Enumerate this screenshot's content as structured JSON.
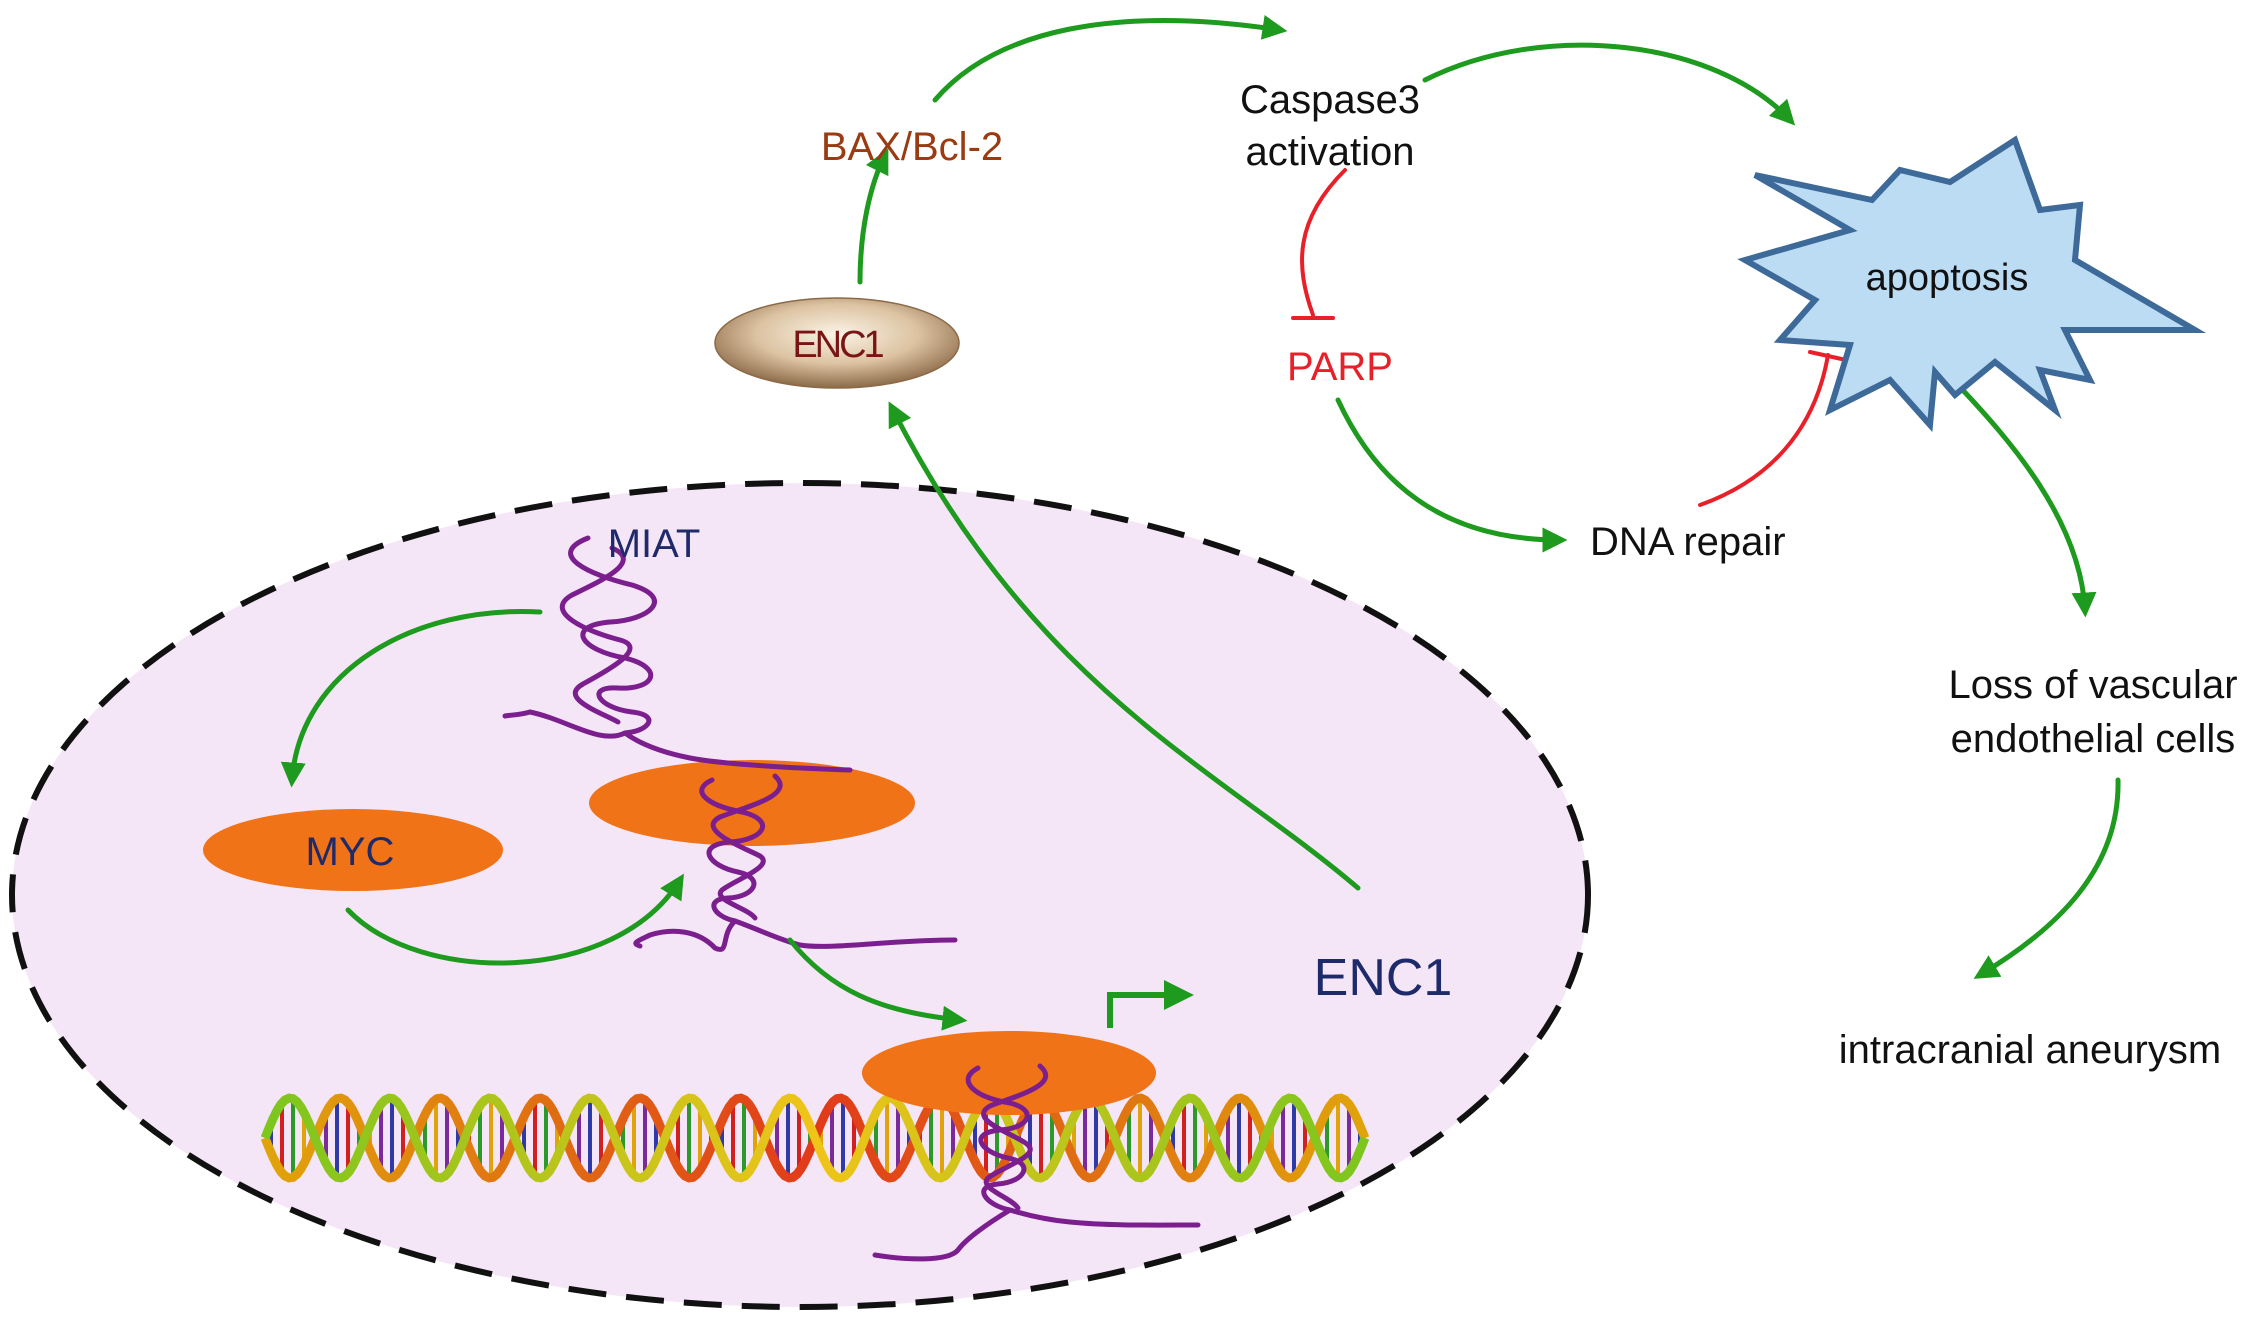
{
  "labels": {
    "bax_bcl2": "BAX/Bcl-2",
    "caspase_line1": "Caspase3",
    "caspase_line2": "activation",
    "apoptosis": "apoptosis",
    "parp": "PARP",
    "dna_repair": "DNA repair",
    "loss_line1": "Loss of vascular",
    "loss_line2": "endothelial cells",
    "aneurysm": "intracranial aneurysm",
    "enc1_protein": "ENC1",
    "miat": "MIAT",
    "myc": "MYC",
    "enc1_gene": "ENC1"
  },
  "colors": {
    "activation_arrow": "#1e9a1e",
    "inhibition_line": "#e8202a",
    "bax_text": "#9a3b12",
    "parp_text": "#e8202a",
    "nucleus_fill": "#f5e6f7",
    "nucleus_border": "#111111",
    "myc_fill": "#f07318",
    "lncrna": "#7b1f8f",
    "apoptosis_fill": "#bcdcf4",
    "apoptosis_stroke": "#3d6a99",
    "gene_text": "#1f2a6b",
    "enc1_protein_text": "#7a1515"
  }
}
